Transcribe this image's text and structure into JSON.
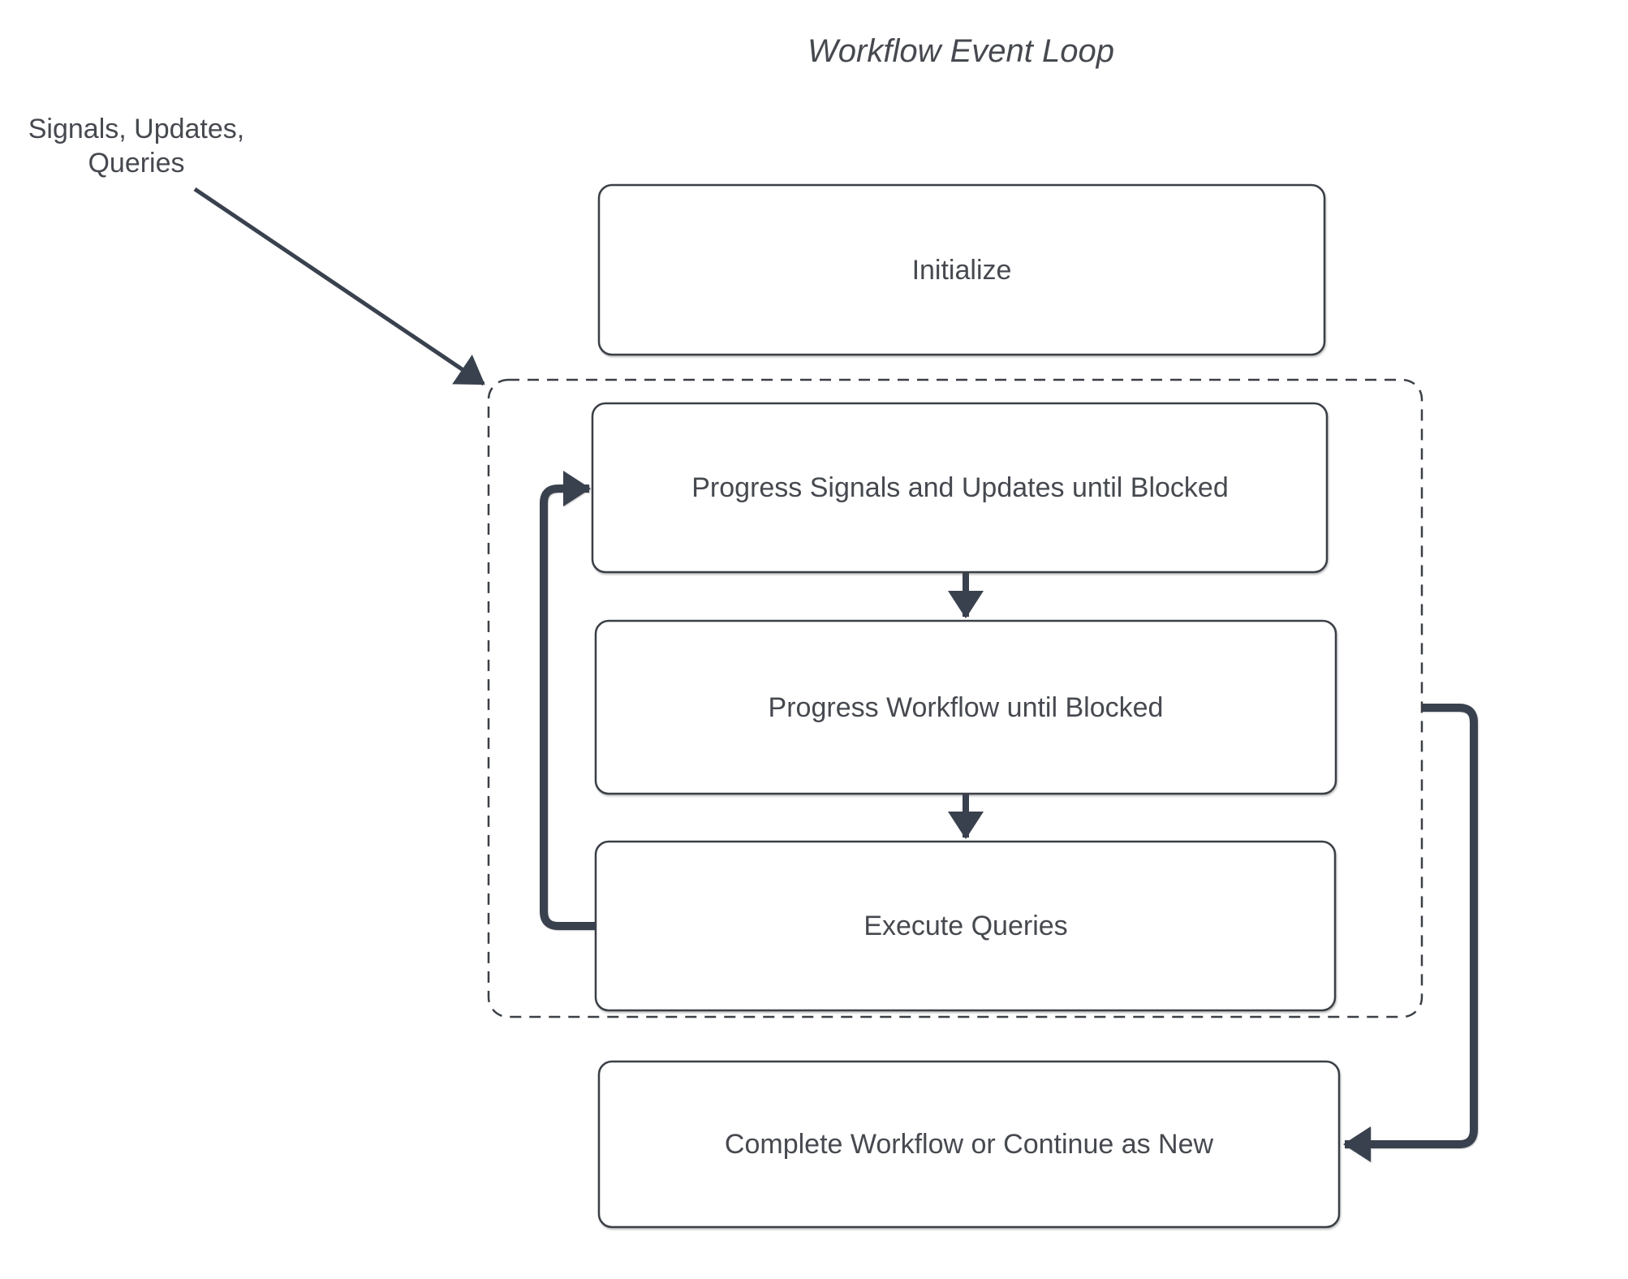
{
  "title": "Workflow Event Loop",
  "annotation": {
    "lines": [
      "Signals, Updates,",
      "Queries"
    ]
  },
  "nodes": {
    "initialize": {
      "label": "Initialize"
    },
    "progress_signals": {
      "label": "Progress Signals and Updates until Blocked"
    },
    "progress_workflow": {
      "label": "Progress Workflow until Blocked"
    },
    "execute_queries": {
      "label": "Execute Queries"
    },
    "complete": {
      "label": "Complete Workflow or Continue as New"
    }
  },
  "colors": {
    "background": "#ffffff",
    "border": "#3b3f46",
    "text": "#46494f",
    "arrow": "#3a414e"
  }
}
